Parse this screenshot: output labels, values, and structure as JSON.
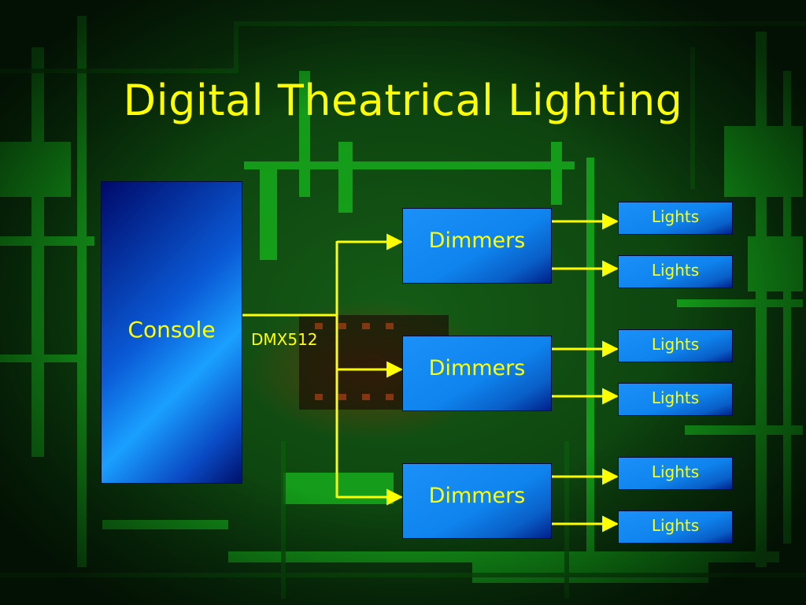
{
  "title": "Digital Theatrical Lighting",
  "console": {
    "label": "Console"
  },
  "bus": {
    "label": "DMX512"
  },
  "dimmers": [
    {
      "label": "Dimmers",
      "lights": [
        "Lights",
        "Lights"
      ]
    },
    {
      "label": "Dimmers",
      "lights": [
        "Lights",
        "Lights"
      ]
    },
    {
      "label": "Dimmers",
      "lights": [
        "Lights",
        "Lights"
      ]
    }
  ],
  "colors": {
    "text": "#ffff00",
    "wire": "#ffff00",
    "box": "#0f84ee",
    "background": "#0a3a0c"
  }
}
